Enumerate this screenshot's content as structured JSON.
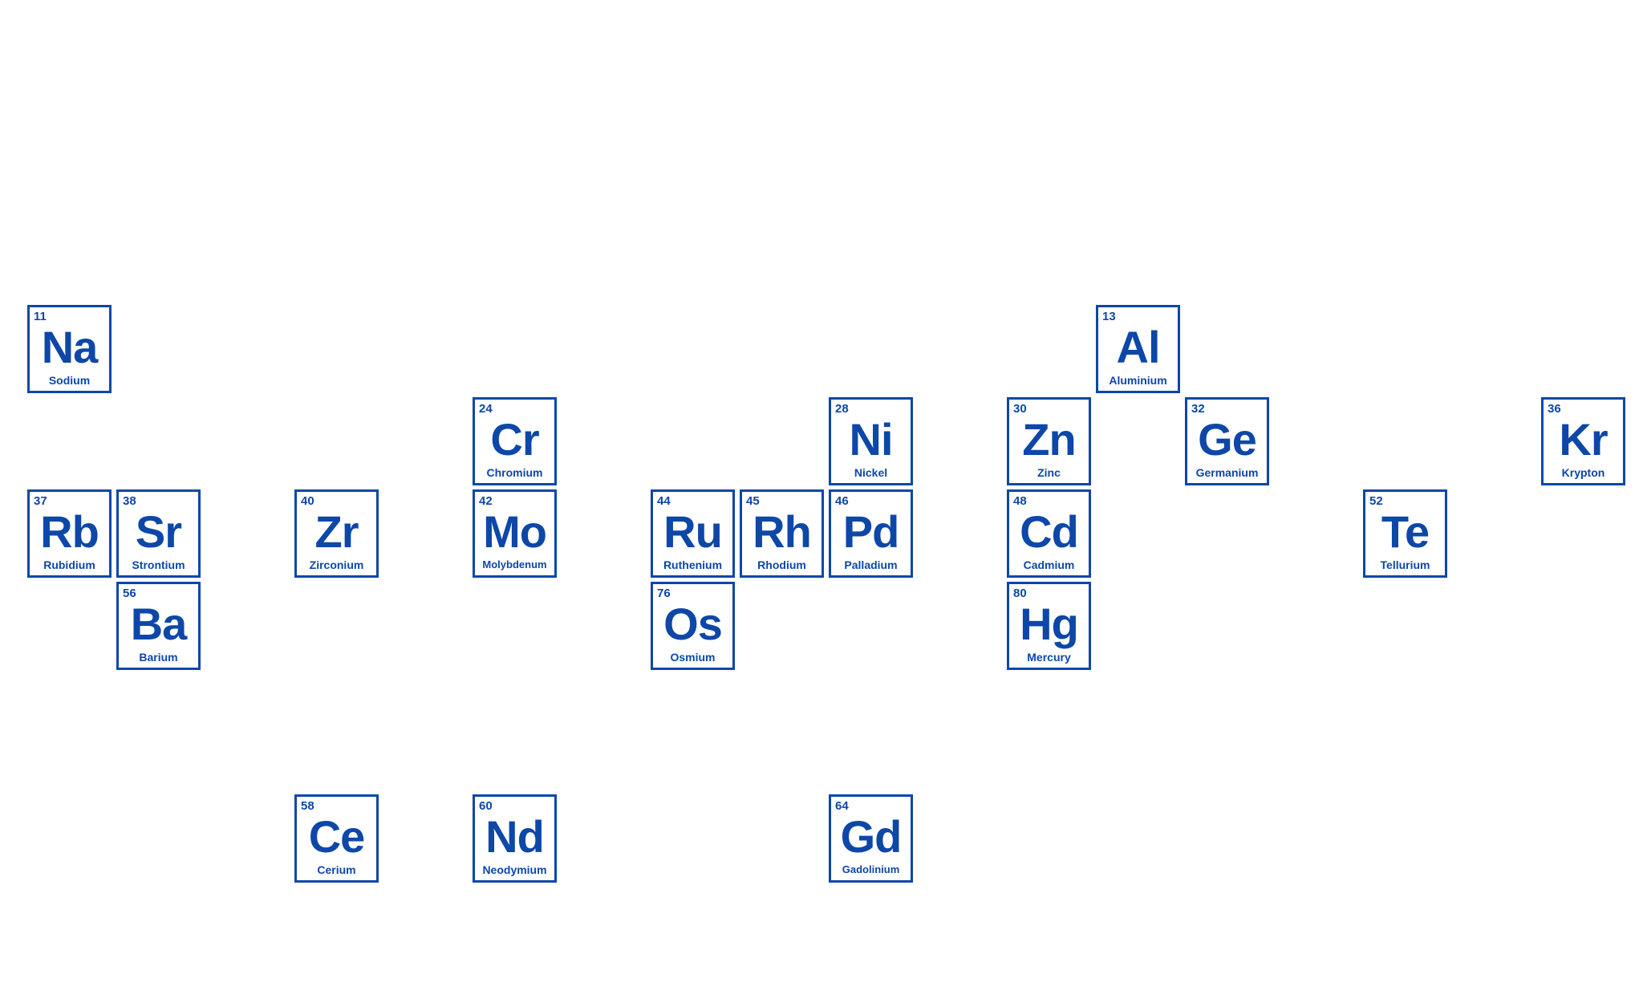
{
  "accent_color": "#0d47a8",
  "background_color": "#ffffff",
  "elements": [
    {
      "number": "11",
      "symbol": "Na",
      "name": "Sodium",
      "row": 0,
      "col": 0
    },
    {
      "number": "13",
      "symbol": "Al",
      "name": "Aluminium",
      "row": 0,
      "col": 12
    },
    {
      "number": "24",
      "symbol": "Cr",
      "name": "Chromium",
      "row": 1,
      "col": 5
    },
    {
      "number": "28",
      "symbol": "Ni",
      "name": "Nickel",
      "row": 1,
      "col": 9
    },
    {
      "number": "30",
      "symbol": "Zn",
      "name": "Zinc",
      "row": 1,
      "col": 11
    },
    {
      "number": "32",
      "symbol": "Ge",
      "name": "Germanium",
      "row": 1,
      "col": 13
    },
    {
      "number": "36",
      "symbol": "Kr",
      "name": "Krypton",
      "row": 1,
      "col": 17
    },
    {
      "number": "37",
      "symbol": "Rb",
      "name": "Rubidium",
      "row": 2,
      "col": 0
    },
    {
      "number": "38",
      "symbol": "Sr",
      "name": "Strontium",
      "row": 2,
      "col": 1
    },
    {
      "number": "40",
      "symbol": "Zr",
      "name": "Zirconium",
      "row": 2,
      "col": 3
    },
    {
      "number": "42",
      "symbol": "Mo",
      "name": "Molybdenum",
      "row": 2,
      "col": 5
    },
    {
      "number": "44",
      "symbol": "Ru",
      "name": "Ruthenium",
      "row": 2,
      "col": 7
    },
    {
      "number": "45",
      "symbol": "Rh",
      "name": "Rhodium",
      "row": 2,
      "col": 8
    },
    {
      "number": "46",
      "symbol": "Pd",
      "name": "Palladium",
      "row": 2,
      "col": 9
    },
    {
      "number": "48",
      "symbol": "Cd",
      "name": "Cadmium",
      "row": 2,
      "col": 11
    },
    {
      "number": "52",
      "symbol": "Te",
      "name": "Tellurium",
      "row": 2,
      "col": 15
    },
    {
      "number": "56",
      "symbol": "Ba",
      "name": "Barium",
      "row": 3,
      "col": 1
    },
    {
      "number": "76",
      "symbol": "Os",
      "name": "Osmium",
      "row": 3,
      "col": 7
    },
    {
      "number": "80",
      "symbol": "Hg",
      "name": "Mercury",
      "row": 3,
      "col": 11
    },
    {
      "number": "58",
      "symbol": "Ce",
      "name": "Cerium",
      "row": 4,
      "col": 3
    },
    {
      "number": "60",
      "symbol": "Nd",
      "name": "Neodymium",
      "row": 4,
      "col": 5
    },
    {
      "number": "64",
      "symbol": "Gd",
      "name": "Gadolinium",
      "row": 4,
      "col": 9
    }
  ]
}
